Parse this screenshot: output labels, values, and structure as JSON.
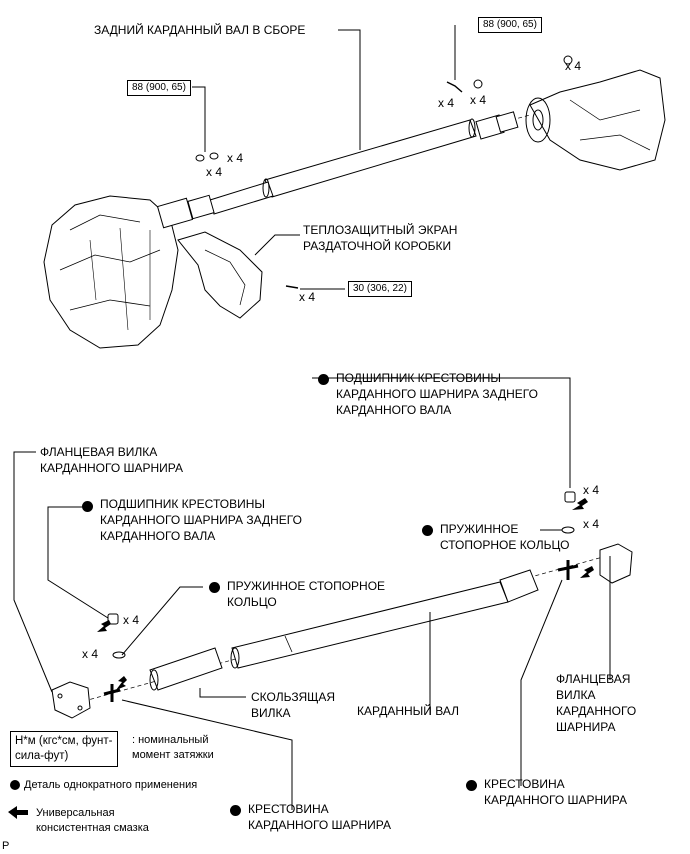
{
  "top": {
    "title": "ЗАДНИЙ КАРДАННЫЙ ВАЛ В СБОРЕ",
    "torque_top_right": "88 (900, 65)",
    "torque_left": "88 (900, 65)",
    "torque_heat_shield": "30 (306, 22)",
    "heat_shield_label": "ТЕПЛОЗАЩИТНЫЙ ЭКРАН\nРАЗДАТОЧНОЙ КОРОБКИ",
    "qty": "x 4"
  },
  "bottom": {
    "bearing_right": "ПОДШИПНИК КРЕСТОВИНЫ\nКАРДАННОГО ШАРНИРА ЗАДНЕГО\nКАРДАННОГО ВАЛА",
    "bearing_left": "ПОДШИПНИК КРЕСТОВИНЫ\nКАРДАННОГО ШАРНИРА ЗАДНЕГО\nКАРДАННОГО ВАЛА",
    "flange_left": "ФЛАНЦЕВАЯ ВИЛКА\nКАРДАННОГО ШАРНИРА",
    "snap_ring_left": "ПРУЖИННОЕ СТОПОРНОЕ\nКОЛЬЦО",
    "snap_ring_right": "ПРУЖИННОЕ\nСТОПОРНОЕ КОЛЬЦО",
    "sliding_yoke": "СКОЛЬЗЯЩАЯ\nВИЛКА",
    "shaft": "КАРДАННЫЙ ВАЛ",
    "flange_right": "ФЛАНЦЕВАЯ\nВИЛКА\nКАРДАННОГО\nШАРНИРА",
    "spider_right": "КРЕСТОВИНА\nКАРДАННОГО ШАРНИРА",
    "spider_left": "КРЕСТОВИНА\nКАРДАННОГО ШАРНИРА",
    "qty": "x 4"
  },
  "legend": {
    "torque_units": "Н*м (кгс*см, фунт-\nсила-фут)",
    "torque_desc": ": номинальный\nмомент затяжки",
    "non_reusable": "Деталь однократного применения",
    "grease": "Универсальная\nконсистентная смазка"
  },
  "footer": {
    "code": "P"
  }
}
